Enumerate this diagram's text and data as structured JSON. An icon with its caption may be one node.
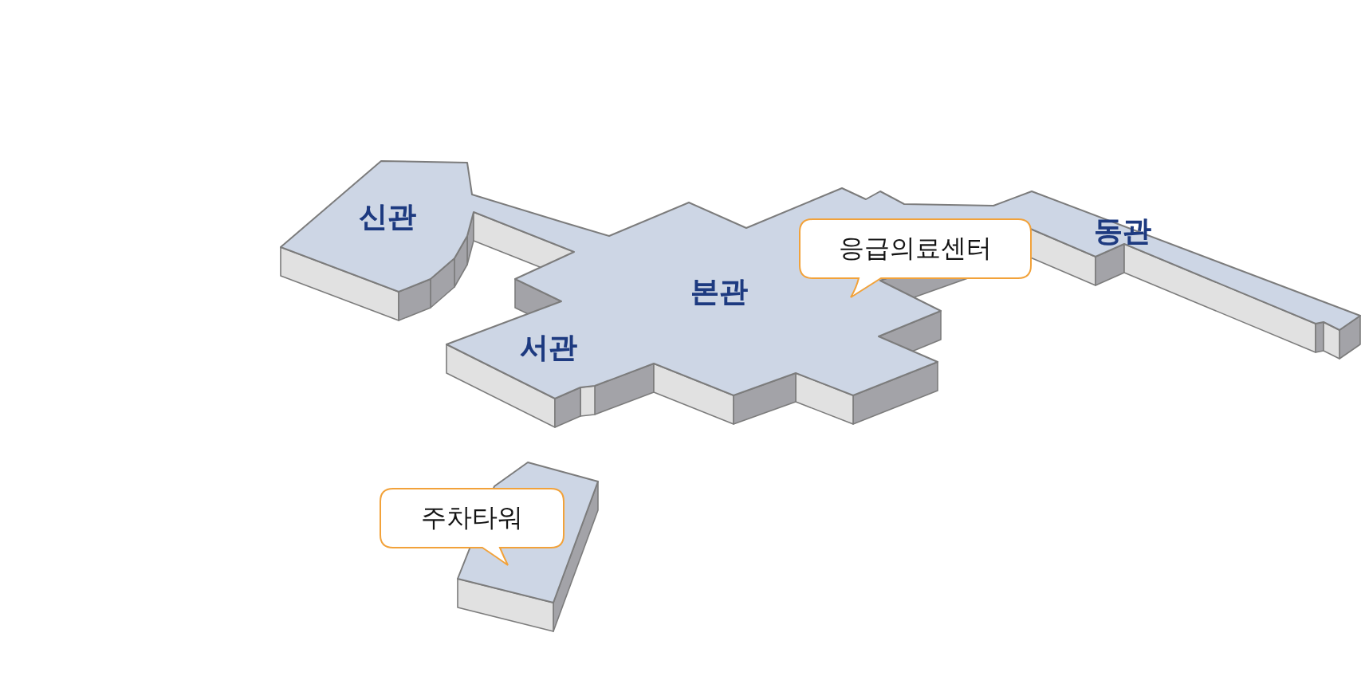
{
  "diagram": {
    "nodes": [
      {
        "text": [
          "응급의료센터"
        ]
      },
      {
        "text": [
          "주차타워"
        ]
      }
    ],
    "labels": [
      "신관",
      "동관",
      "본관",
      "서관"
    ]
  }
}
